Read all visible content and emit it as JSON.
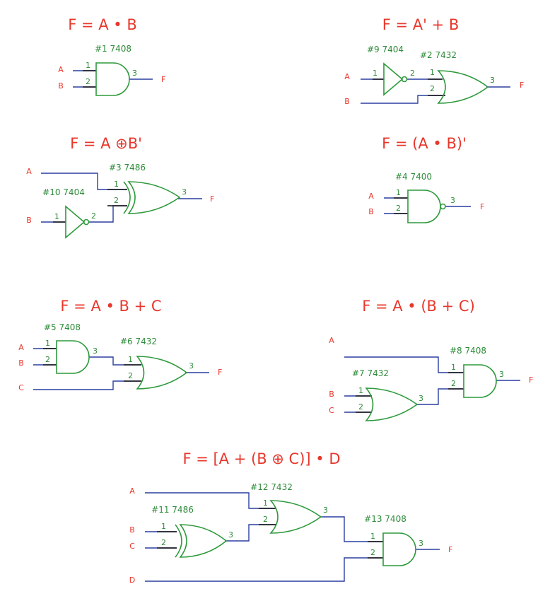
{
  "circuits": [
    {
      "equation": "F = A • B",
      "gates": [
        {
          "chip": "#1 7408",
          "pins": [
            "1",
            "2",
            "3"
          ]
        }
      ],
      "inputs": [
        "A",
        "B"
      ],
      "output": "F"
    },
    {
      "equation": "F = A' + B",
      "gates": [
        {
          "chip": "#9 7404",
          "pins": [
            "1",
            "2"
          ]
        },
        {
          "chip": "#2 7432",
          "pins": [
            "1",
            "2",
            "3"
          ]
        }
      ],
      "inputs": [
        "A",
        "B"
      ],
      "output": "F"
    },
    {
      "equation": "F = A ⊕B'",
      "gates": [
        {
          "chip": "#3 7486",
          "pins": [
            "1",
            "2",
            "3"
          ]
        },
        {
          "chip": "#10 7404",
          "pins": [
            "1",
            "2"
          ]
        }
      ],
      "inputs": [
        "A",
        "B"
      ],
      "output": "F"
    },
    {
      "equation": "F = (A • B)'",
      "gates": [
        {
          "chip": "#4 7400",
          "pins": [
            "1",
            "2",
            "3"
          ]
        }
      ],
      "inputs": [
        "A",
        "B"
      ],
      "output": "F"
    },
    {
      "equation": "F = A • B + C",
      "gates": [
        {
          "chip": "#5 7408",
          "pins": [
            "1",
            "2",
            "3"
          ]
        },
        {
          "chip": "#6 7432",
          "pins": [
            "1",
            "2",
            "3"
          ]
        }
      ],
      "inputs": [
        "A",
        "B",
        "C"
      ],
      "output": "F"
    },
    {
      "equation": "F = A • (B + C)",
      "gates": [
        {
          "chip": "#8 7408",
          "pins": [
            "1",
            "2",
            "3"
          ]
        },
        {
          "chip": "#7 7432",
          "pins": [
            "1",
            "2",
            "3"
          ]
        }
      ],
      "inputs": [
        "A",
        "B",
        "C"
      ],
      "output": "F"
    },
    {
      "equation": "F = [A + (B ⊕ C)] • D",
      "gates": [
        {
          "chip": "#12 7432",
          "pins": [
            "1",
            "2",
            "3"
          ]
        },
        {
          "chip": "#11 7486",
          "pins": [
            "1",
            "2",
            "3"
          ]
        },
        {
          "chip": "#13 7408",
          "pins": [
            "1",
            "2",
            "3"
          ]
        }
      ],
      "inputs": [
        "A",
        "B",
        "C",
        "D"
      ],
      "output": "F"
    }
  ]
}
